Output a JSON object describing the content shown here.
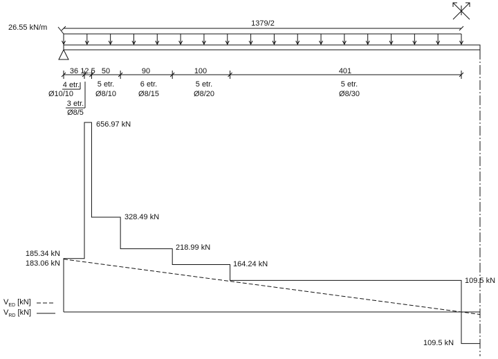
{
  "load": {
    "value": "26.55 kN/m"
  },
  "beam": {
    "half_length": "1379/2"
  },
  "spans": [
    {
      "dim": "36",
      "count": "4 etr.",
      "spec": "Ø10/10"
    },
    {
      "dim": "12.5",
      "count": "3 etr.",
      "spec": "Ø8/5"
    },
    {
      "dim": "50",
      "count": "5 etr.",
      "spec": "Ø8/10"
    },
    {
      "dim": "90",
      "count": "6 etr.",
      "spec": "Ø8/15"
    },
    {
      "dim": "100",
      "count": "5 etr.",
      "spec": "Ø8/20"
    },
    {
      "dim": "401",
      "count": "5 etr.",
      "spec": "Ø8/30"
    }
  ],
  "shear": {
    "vrd_labels": [
      "185.34 kN",
      "656.97 kN",
      "328.49 kN",
      "218.99 kN",
      "164.24 kN",
      "109.5 kN"
    ],
    "vrd_values": [
      185.34,
      656.97,
      328.49,
      218.99,
      164.24,
      109.5
    ],
    "ved_start_label": "183.06 kN",
    "ved_start": 183.06,
    "ved_end": -109.5,
    "ved_end_label": "109.5 kN"
  },
  "legend": {
    "ved_main": "V",
    "ved_sub": "ED",
    "ved_unit": " [kN]",
    "vrd_main": "V",
    "vrd_sub": "RD",
    "vrd_unit": " [kN]"
  }
}
